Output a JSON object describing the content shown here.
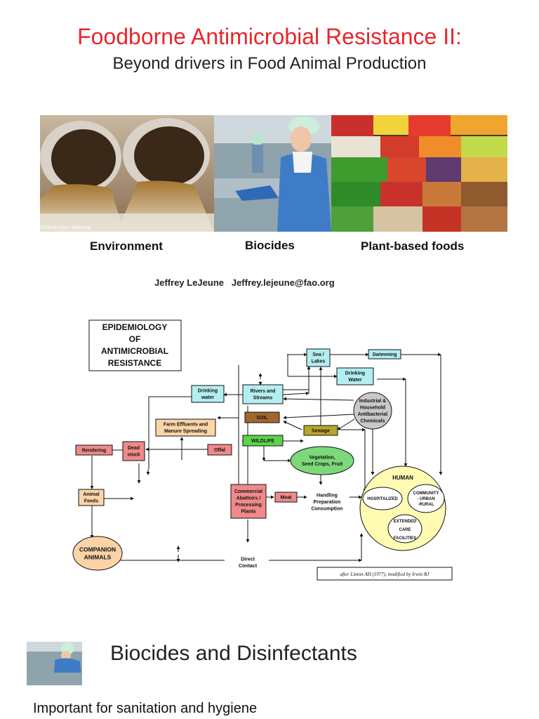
{
  "header": {
    "title": "Foodborne Antimicrobial Resistance II:",
    "subtitle": "Beyond drivers in Food Animal Production"
  },
  "photos": [
    {
      "caption": "Environment",
      "credit": "©iStock.com / Wavetop"
    },
    {
      "caption": "Biocides"
    },
    {
      "caption": "Plant-based foods"
    }
  ],
  "author": {
    "name": "Jeffrey LeJeune",
    "email": "Jeffrey.lejeune@fao.org"
  },
  "diagram": {
    "title_lines": [
      "EPIDEMIOLOGY",
      "OF",
      "ANTIMICROBIAL",
      "RESISTANCE"
    ],
    "credit": "after Linton AH (1977), modified by Irwin RJ",
    "colors": {
      "cyan": "#b3eef0",
      "peach": "#fbd5a8",
      "pink": "#f08a8a",
      "brown": "#a0662c",
      "olive": "#b8a52c",
      "green": "#5bd34a",
      "veg_green": "#7dd87a",
      "grey": "#c8c8c8",
      "human_yellow": "#fffbb3",
      "companion": "#fcd3a6"
    },
    "nodes": {
      "sea_lakes": [
        "Sea /",
        "Lakes"
      ],
      "swimming": [
        "Swimming"
      ],
      "drinking_water_right": [
        "Drinking",
        "Water"
      ],
      "drinking_water_left": [
        "Drinking",
        "water"
      ],
      "rivers_streams": [
        "Rivers and",
        "Streams"
      ],
      "industrial": [
        "Industrial &",
        "Household",
        "Antibacterial",
        "Chemicals"
      ],
      "soil": [
        "SOIL"
      ],
      "farm_effluents": [
        "Farm Effluents and",
        "Manure Spreading"
      ],
      "sewage": [
        "Sewage"
      ],
      "wildlife": [
        "WILDLIFE"
      ],
      "rendering": [
        "Rendering"
      ],
      "dead_stock": [
        "Dead",
        "stock"
      ],
      "offal": [
        "Offal"
      ],
      "vegetation": [
        "Vegetation,",
        "Seed Crops, Fruit"
      ],
      "animal_feeds": [
        "Animal",
        "Feeds"
      ],
      "abattoirs": [
        "Commercial",
        "Abattoirs /",
        "Processing",
        "Plants"
      ],
      "meat": [
        "Meat"
      ],
      "handling": [
        "Handling",
        "Preparation",
        "Consumption"
      ],
      "human": [
        "HUMAN"
      ],
      "hospitalized": [
        "HOSPITALIZED"
      ],
      "community": [
        "COMMUNITY",
        "- URBAN",
        "-RURAL"
      ],
      "extended_care": [
        "EXTENDED",
        "CARE",
        "FACILITIES"
      ],
      "companion_animals": [
        "COMPANION",
        "ANIMALS"
      ],
      "direct_contact": [
        "Direct",
        "Contact"
      ]
    }
  },
  "section": {
    "title": "Biocides and Disinfectants",
    "body": "Important for sanitation and hygiene"
  }
}
